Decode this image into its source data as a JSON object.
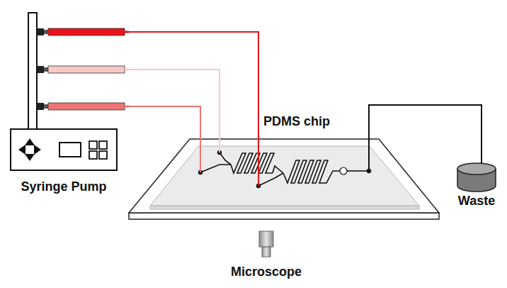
{
  "diagram": {
    "nodes": [
      {
        "text": [
          "Syringe Pump"
        ]
      },
      {
        "text": [
          "PDMS chip"
        ]
      },
      {
        "text": [
          "Waste"
        ]
      },
      {
        "text": [
          "Microscope"
        ]
      }
    ],
    "edges": [
      {
        "from": 0,
        "to": 1,
        "arrow": "none"
      },
      {
        "from": 0,
        "to": 1,
        "arrow": "none"
      },
      {
        "from": 0,
        "to": 1,
        "arrow": "none"
      },
      {
        "from": 1,
        "to": 2,
        "arrow": "none"
      }
    ]
  }
}
